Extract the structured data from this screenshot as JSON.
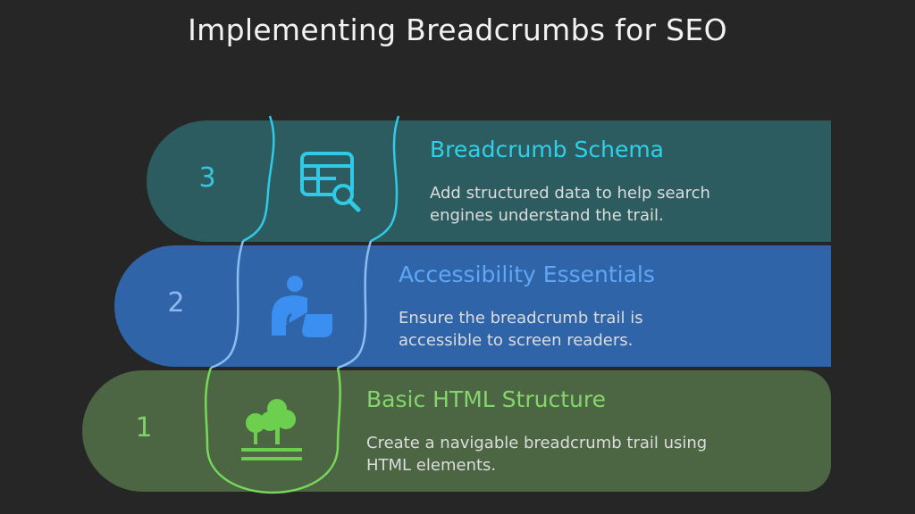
{
  "title": "Implementing Breadcrumbs for SEO",
  "steps": [
    {
      "number": "3",
      "heading": "Breadcrumb Schema",
      "description_line1": "Add structured data to help search",
      "description_line2": "engines understand the trail.",
      "icon": "table-search-icon",
      "color": "#2d5c60",
      "accent": "#36c6e0"
    },
    {
      "number": "2",
      "heading": "Accessibility Essentials",
      "description_line1": "Ensure the breadcrumb trail is",
      "description_line2": "accessible to screen readers.",
      "icon": "accessibility-person-icon",
      "color": "#2f65a8",
      "accent": "#3b8ff0"
    },
    {
      "number": "1",
      "heading": "Basic HTML Structure",
      "description_line1": "Create a navigable breadcrumb trail using",
      "description_line2": "HTML elements.",
      "icon": "trees-landscape-icon",
      "color": "#4c6644",
      "accent": "#6ccf4e"
    }
  ]
}
